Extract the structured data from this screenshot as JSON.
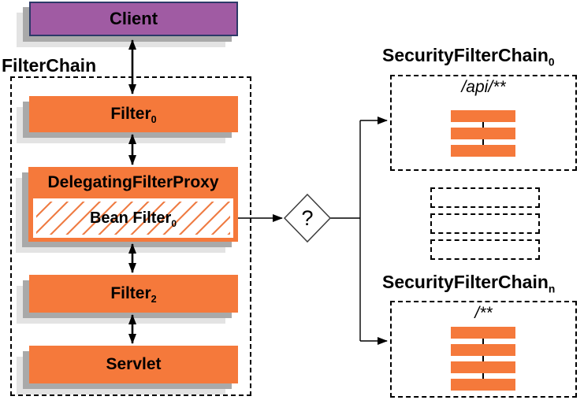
{
  "client": {
    "label": "Client"
  },
  "filter_chain": {
    "title": "FilterChain",
    "filter0": {
      "name": "Filter",
      "sub": "0"
    },
    "delegating_filter_proxy": {
      "label": "DelegatingFilterProxy"
    },
    "bean_filter": {
      "name": "Bean Filter",
      "sub": "0"
    },
    "filter2": {
      "name": "Filter",
      "sub": "2"
    },
    "servlet": {
      "label": "Servlet"
    }
  },
  "decision": {
    "label": "?"
  },
  "security_filter_chains": {
    "chain0": {
      "title": "SecurityFilterChain",
      "sub": "0",
      "url_pattern": "/api/**",
      "filter_count": 3
    },
    "chainN": {
      "title": "SecurityFilterChain",
      "sub": "n",
      "url_pattern": "/**",
      "filter_count": 4
    },
    "placeholder_count": 3
  },
  "colors": {
    "orange": "#f5793b",
    "purple": "#a05ba3",
    "client_border": "#2c3968",
    "shadow_dark": "#a9a9a9",
    "shadow_light": "#e3e3e3",
    "hatch_line": "#ef7d45"
  }
}
